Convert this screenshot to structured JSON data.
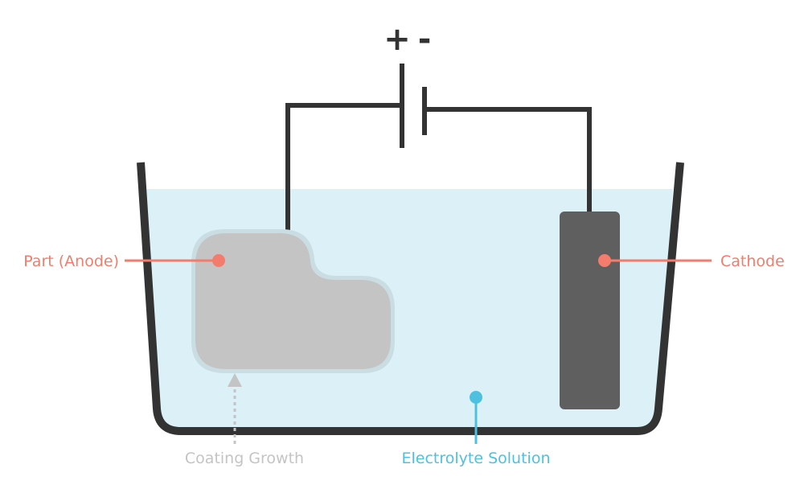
{
  "battery": {
    "plus_sign": "+",
    "minus_sign": "-"
  },
  "labels": {
    "anode": "Part (Anode)",
    "cathode": "Cathode",
    "coating_growth": "Coating Growth",
    "electrolyte": "Electrolyte Solution"
  },
  "colors": {
    "wire": "#333333",
    "tank": "#333333",
    "electrolyte": "#dcf1f7",
    "anode_fill": "#c4c4c4",
    "anode_coating": "#c9dde2",
    "cathode_fill": "#5f5f5f",
    "callout_red": "#f47c6c",
    "callout_blue": "#4ec0e0",
    "callout_gray": "#c4c4c4"
  }
}
